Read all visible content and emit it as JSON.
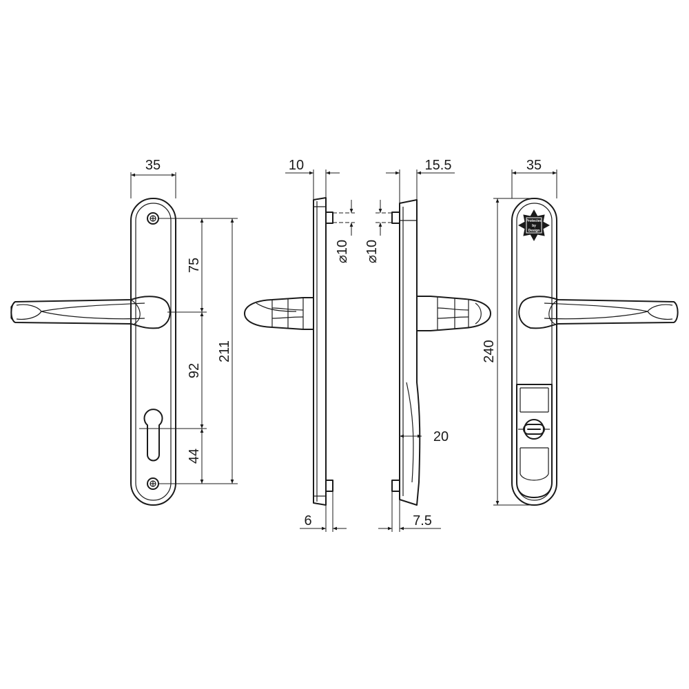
{
  "front_view": {
    "width_label": "35",
    "spacing_top_label": "75",
    "spacing_mid_label": "92",
    "spacing_bottom_label": "44",
    "total_label": "211"
  },
  "side_view_left": {
    "thickness_label": "10",
    "bore_label": "⌀10",
    "pin_label": "6"
  },
  "side_view_right": {
    "thickness_label": "15.5",
    "bore_label": "⌀10",
    "projection_label": "20",
    "pin_label": "7.5"
  },
  "back_view": {
    "width_label": "35",
    "height_label": "240",
    "badge_text": [
      "Protected",
      "by",
      "Design"
    ],
    "badge_icon": "star-badge-icon",
    "thumbturn_icon": "thumbturn-icon"
  },
  "colors": {
    "line": "#1a1a1a",
    "background": "#ffffff"
  }
}
